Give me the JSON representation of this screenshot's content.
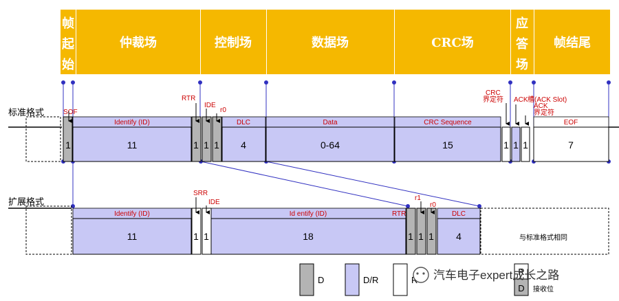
{
  "header": {
    "fields": [
      {
        "label": "帧起始",
        "lines": [
          "帧",
          "起",
          "始"
        ]
      },
      {
        "label": "仲裁场",
        "lines": [
          "仲裁场"
        ]
      },
      {
        "label": "控制场",
        "lines": [
          "控制场"
        ]
      },
      {
        "label": "数据场",
        "lines": [
          "数据场"
        ]
      },
      {
        "label": "CRC场",
        "lines": [
          "CRC场"
        ]
      },
      {
        "label": "应答场",
        "lines": [
          "应",
          "答",
          "场"
        ]
      },
      {
        "label": "帧结尾",
        "lines": [
          "帧结尾"
        ]
      }
    ]
  },
  "standard": {
    "title": "标准格式",
    "labels": {
      "sof": "SOF",
      "rtr": "RTR",
      "ide": "IDE",
      "r0": "r0",
      "crc_delim": [
        "CRC",
        "界定符"
      ],
      "ack": "ACK",
      "ack_slot": "槽(ACK Slot)",
      "ack_delim": [
        "ACK",
        "界定符"
      ]
    },
    "fields": [
      {
        "name": "",
        "bits": "1"
      },
      {
        "name": "Identify (ID)",
        "bits": "11"
      },
      {
        "name": "",
        "bits": "1"
      },
      {
        "name": "",
        "bits": "1"
      },
      {
        "name": "",
        "bits": "1"
      },
      {
        "name": "DLC",
        "bits": "4"
      },
      {
        "name": "Data",
        "bits": "0-64"
      },
      {
        "name": "CRC Sequence",
        "bits": "15"
      },
      {
        "name": "",
        "bits": "1"
      },
      {
        "name": "",
        "bits": "1"
      },
      {
        "name": "",
        "bits": "1"
      },
      {
        "name": "EOF",
        "bits": "7"
      }
    ]
  },
  "extended": {
    "title": "扩展格式",
    "labels": {
      "srr": "SRR",
      "ide": "IDE",
      "rtr": "RTR",
      "r1": "r1",
      "r0": "r0"
    },
    "fields": [
      {
        "name": "Identify (ID)",
        "bits": "11"
      },
      {
        "name": "",
        "bits": "1"
      },
      {
        "name": "",
        "bits": "1"
      },
      {
        "name": "Id entify (ID)",
        "bits": "18"
      },
      {
        "name": "",
        "bits": "1"
      },
      {
        "name": "",
        "bits": "1"
      },
      {
        "name": "",
        "bits": "1"
      },
      {
        "name": "DLC",
        "bits": "4"
      }
    ],
    "same_as_standard": "与标准格式相同"
  },
  "legend": [
    {
      "key": "D",
      "label": "D"
    },
    {
      "key": "DR",
      "label": "D/R"
    },
    {
      "key": "R",
      "label": "R"
    },
    {
      "key": "recv",
      "label": "D",
      "extra_top": "R",
      "desc": "接收位"
    }
  ],
  "watermark": "汽车电子expert成长之路",
  "colors": {
    "header": "#f5b800",
    "dr": "#c8c8f5",
    "d": "#b4b4b4",
    "line": "#3030c0",
    "label": "#cc0000"
  }
}
